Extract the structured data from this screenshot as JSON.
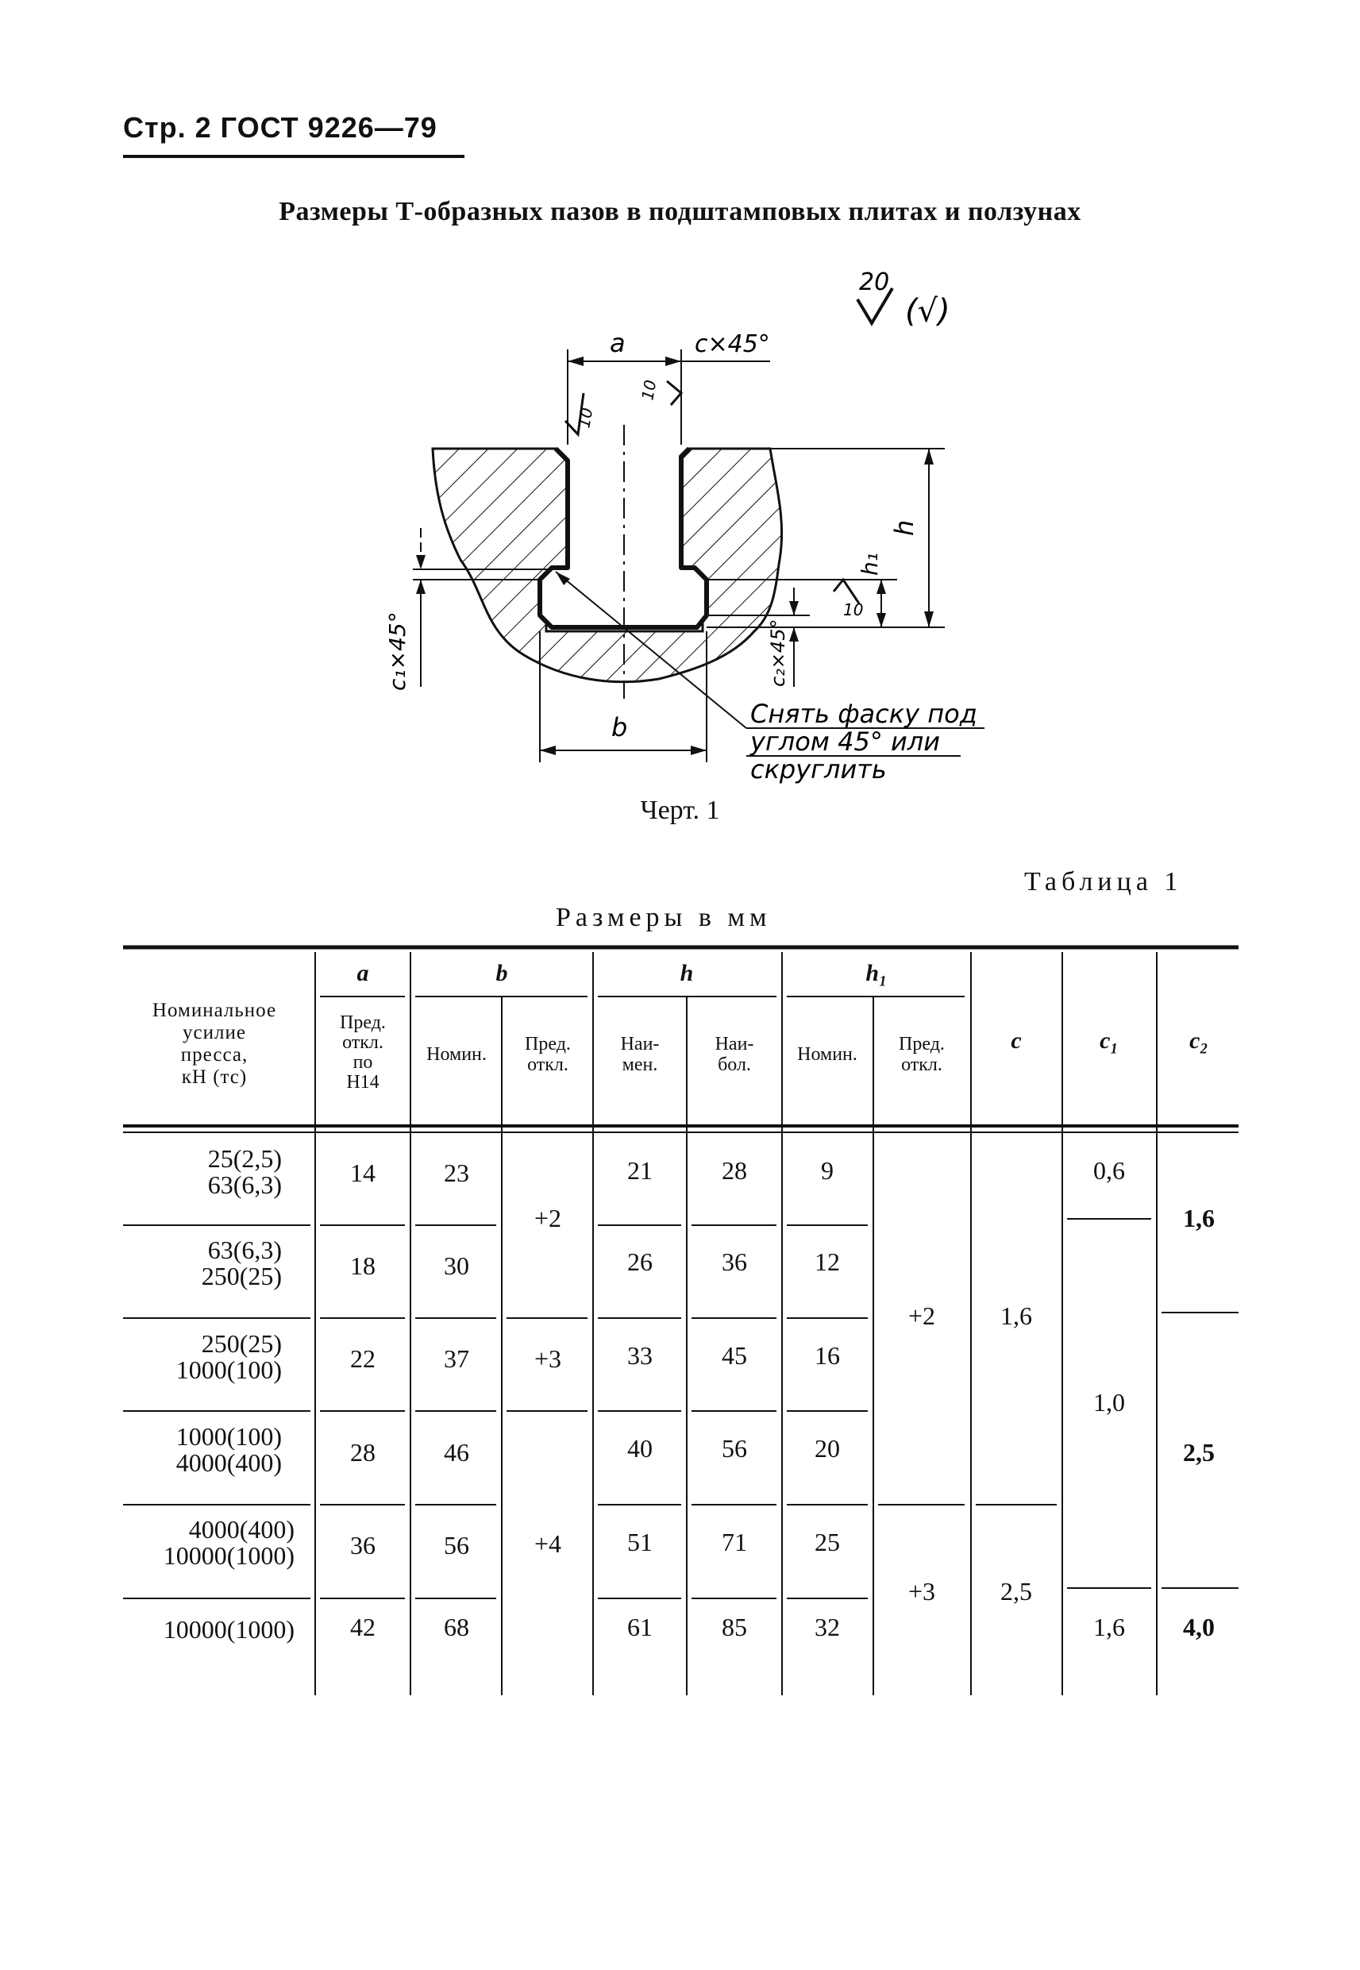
{
  "header": "Стр. 2 ГОСТ 9226—79",
  "title": "Размеры Т-образных пазов в подштамповых плитах и ползунах",
  "drawing": {
    "roughness": "20",
    "roughness_paren": "(√)",
    "labels": {
      "a": "a",
      "chamfer_top": "c×45°",
      "roughness_10": "10",
      "h": "h",
      "h1": "h₁",
      "c1": "c₁×45°",
      "c2": "c₂×45°",
      "b": "b"
    },
    "note_lines": [
      "Снять фаску под",
      "углом 45° или",
      "скруглить"
    ],
    "caption": "Черт. 1"
  },
  "table": {
    "label": "Таблица 1",
    "units": "Размеры в мм",
    "headers": {
      "press_lines": [
        "Номинальное",
        "усилие",
        "пресса,",
        "кН (тс)"
      ],
      "a": "a",
      "b": "b",
      "h": "h",
      "h1": "h₁",
      "c": "c",
      "c1": "c₁",
      "c2": "c₂",
      "a_dev_lines": [
        "Пред.",
        "откл.",
        "по",
        "H14"
      ],
      "nom": "Номин.",
      "dev_lines": [
        "Пред.",
        "откл."
      ],
      "min_lines": [
        "Наи-",
        "мен."
      ],
      "max_lines": [
        "Наи-",
        "бол."
      ]
    },
    "rows": [
      {
        "press": [
          "25(2,5)",
          "63(6,3)"
        ],
        "a": "14",
        "b": "23",
        "h_min": "21",
        "h_max": "28",
        "h1": "9"
      },
      {
        "press": [
          "63(6,3)",
          "250(25)"
        ],
        "a": "18",
        "b": "30",
        "h_min": "26",
        "h_max": "36",
        "h1": "12"
      },
      {
        "press": [
          "250(25)",
          "1000(100)"
        ],
        "a": "22",
        "b": "37",
        "h_min": "33",
        "h_max": "45",
        "h1": "16"
      },
      {
        "press": [
          "1000(100)",
          "4000(400)"
        ],
        "a": "28",
        "b": "46",
        "h_min": "40",
        "h_max": "56",
        "h1": "20"
      },
      {
        "press": [
          "4000(400)",
          "10000(1000)"
        ],
        "a": "36",
        "b": "56",
        "h_min": "51",
        "h_max": "71",
        "h1": "25"
      },
      {
        "press": [
          "10000(1000)"
        ],
        "a": "42",
        "b": "68",
        "h_min": "61",
        "h_max": "85",
        "h1": "32"
      }
    ],
    "merged": {
      "b_dev": [
        "+2",
        "+3",
        "+4"
      ],
      "h1_dev": [
        "+2",
        "+3"
      ],
      "c": [
        "1,6",
        "2,5"
      ],
      "c1": [
        "0,6",
        "1,0",
        "1,6"
      ],
      "c2": [
        "1,6",
        "2,5",
        "4,0"
      ]
    }
  }
}
